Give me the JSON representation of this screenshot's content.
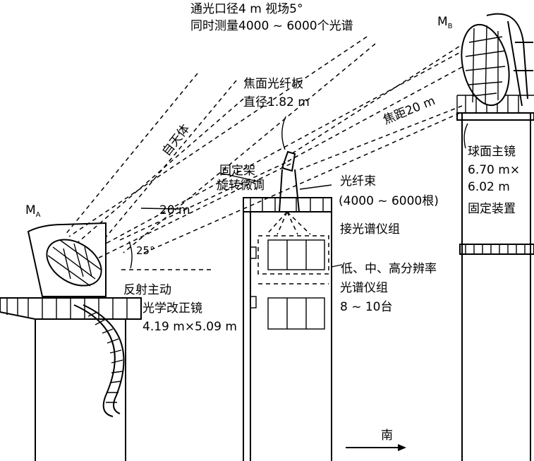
{
  "top_note": {
    "line1": "通光口径4 m   视场5°",
    "line2": "同时测量4000 ~ 6000个光谱"
  },
  "mirror_a": {
    "label": "M",
    "subscript": "A",
    "description_1": "反射主动",
    "description_2": "光学改正镜",
    "description_3": "4.19 m×5.09 m",
    "angle": "25°",
    "distance": "20 m"
  },
  "mirror_b": {
    "label": "M",
    "subscript": "B",
    "description_1": "球面主镜",
    "description_2": "6.70 m×",
    "description_3": "6.02 m",
    "description_4": "固定装置"
  },
  "sky_label": "自天体",
  "focal_plate": {
    "line1": "焦面光纤板",
    "line2": "直径1.82 m"
  },
  "focal_length": "焦距20 m",
  "mount": {
    "line1": "固定架",
    "line2": "旋转微调"
  },
  "fiber_bundle": {
    "line1": "光纤束",
    "line2": "(4000 ~ 6000根)"
  },
  "spectrograph_link": "接光谱仪组",
  "spectrographs": {
    "line1": "低、中、高分辨率",
    "line2": "光谱仪组",
    "line3": "8 ~ 10台"
  },
  "direction": "南"
}
